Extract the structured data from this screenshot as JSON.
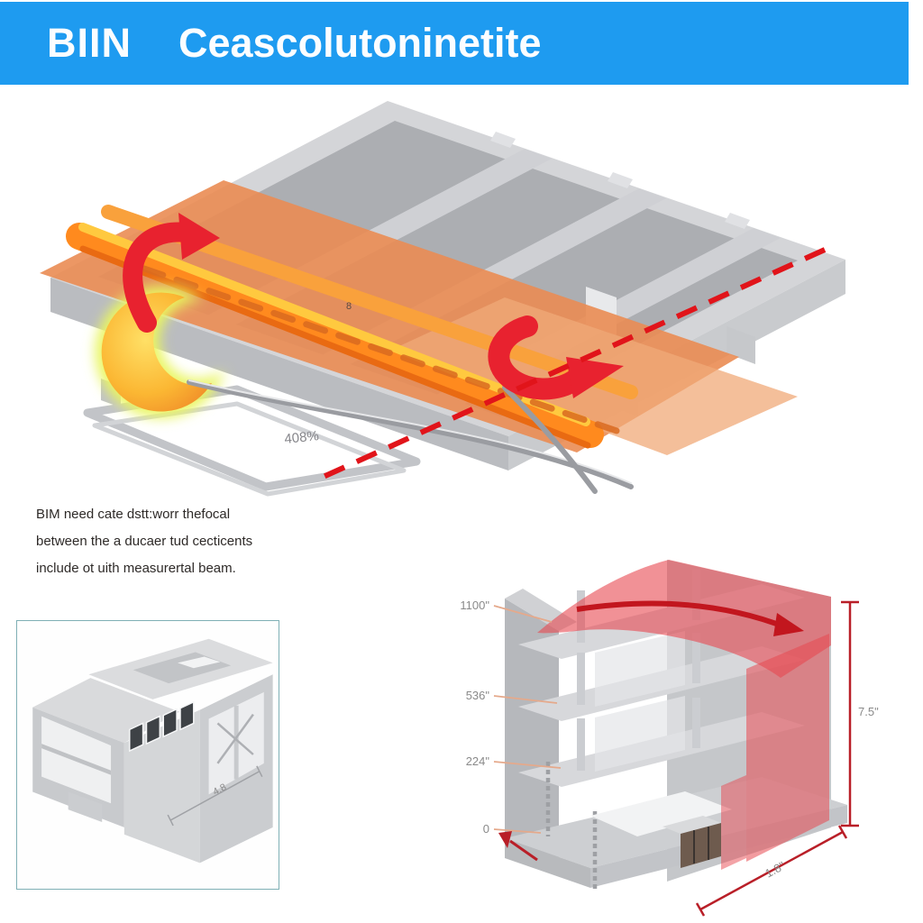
{
  "header": {
    "brand": "BIIN",
    "title": "Ceascolutoninetite"
  },
  "description": {
    "line1": "BIM need cate dstt:worr thefocal",
    "line2": "between the a ducaer tud cecticents",
    "line3": "include ot uith measurertal beam."
  },
  "main_diagram": {
    "percent_label": "408%",
    "tiny_label": "8"
  },
  "bottom_left": {
    "dimension_label": "4.8"
  },
  "bottom_right": {
    "elevations": [
      {
        "label": "1100\""
      },
      {
        "label": "536\""
      },
      {
        "label": "224\""
      },
      {
        "label": "0"
      }
    ],
    "height_label": "7.5\"",
    "width_label": "1.8\""
  },
  "colors": {
    "header_bg": "#1E9BF0",
    "accent_red": "#E8222F",
    "dashed_red": "#E1141A",
    "deck_orange": "#EA8C53",
    "beam_orange": "#FF8A1E",
    "highlight_red": "#E84850",
    "dimension_red": "#B91F28",
    "panel_border": "#7FB0B5"
  }
}
